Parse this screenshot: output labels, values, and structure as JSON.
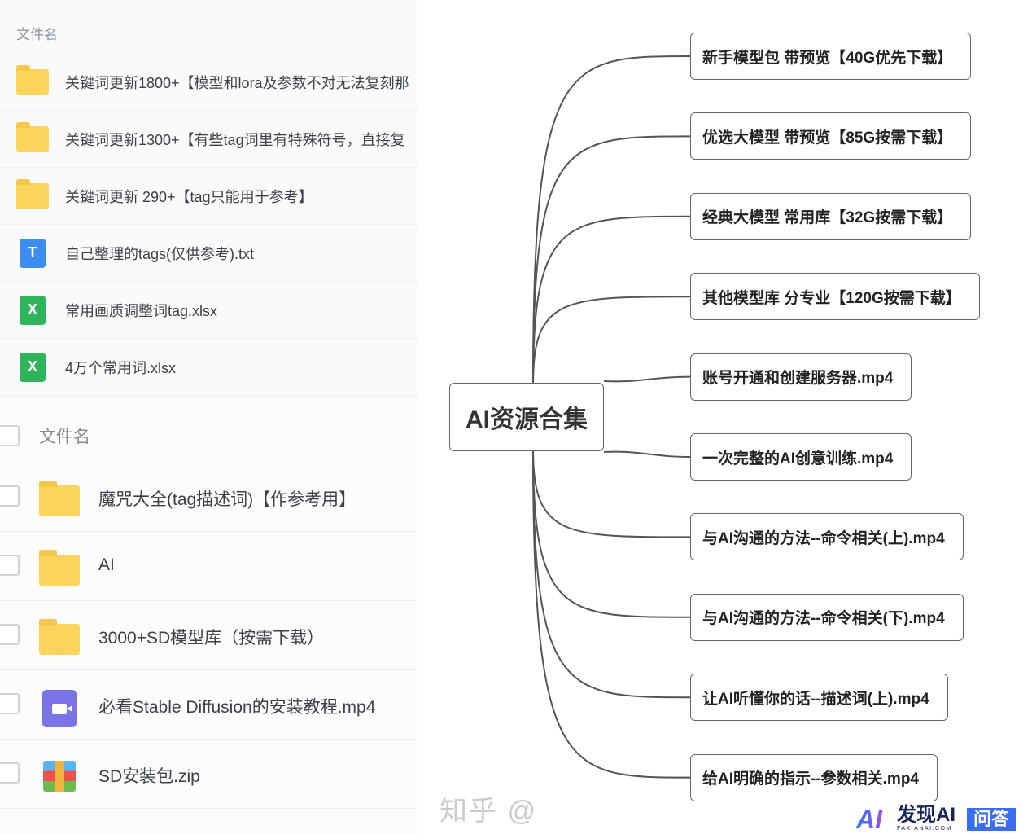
{
  "left_top": {
    "header": "文件名",
    "rows": [
      {
        "name": "关键词更新1800+【模型和lora及参数不对无法复刻那",
        "type": "folder"
      },
      {
        "name": "关键词更新1300+【有些tag词里有特殊符号，直接复",
        "type": "folder"
      },
      {
        "name": "关键词更新 290+【tag只能用于参考】",
        "type": "folder"
      },
      {
        "name": "自己整理的tags(仅供参考).txt",
        "type": "txt",
        "icon_label": "T"
      },
      {
        "name": "常用画质调整词tag.xlsx",
        "type": "xlsx",
        "icon_label": "X"
      },
      {
        "name": "4万个常用词.xlsx",
        "type": "xlsx",
        "icon_label": "X"
      }
    ]
  },
  "left_bottom": {
    "header": "文件名",
    "rows": [
      {
        "name": "魔咒大全(tag描述词)【作参考用】",
        "type": "folder"
      },
      {
        "name": "AI",
        "type": "folder"
      },
      {
        "name": "3000+SD模型库（按需下载）",
        "type": "folder"
      },
      {
        "name": "必看Stable Diffusion的安装教程.mp4",
        "type": "video"
      },
      {
        "name": "SD安装包.zip",
        "type": "zip"
      }
    ]
  },
  "mindmap": {
    "root": "AI资源合集",
    "nodes": [
      "新手模型包 带预览【40G优先下载】",
      "优选大模型 带预览【85G按需下载】",
      "经典大模型 常用库【32G按需下载】",
      "其他模型库 分专业【120G按需下载】",
      "账号开通和创建服务器.mp4",
      "一次完整的AI创意训练.mp4",
      "与AI沟通的方法--命令相关(上).mp4",
      "与AI沟通的方法--命令相关(下).mp4",
      "让AI听懂你的话--描述词(上).mp4",
      "给AI明确的指示--参数相关.mp4"
    ]
  },
  "watermark": {
    "text": "知乎 @",
    "logo_mark": "AI",
    "brand": "发现AI",
    "domain": "FAXIANAI.COM",
    "badge": "问答"
  },
  "colors": {
    "folder": "#fbd45c",
    "txt": "#3d8cf0",
    "xlsx": "#2fb45c",
    "video": "#7b74e8",
    "line": "#555555"
  }
}
